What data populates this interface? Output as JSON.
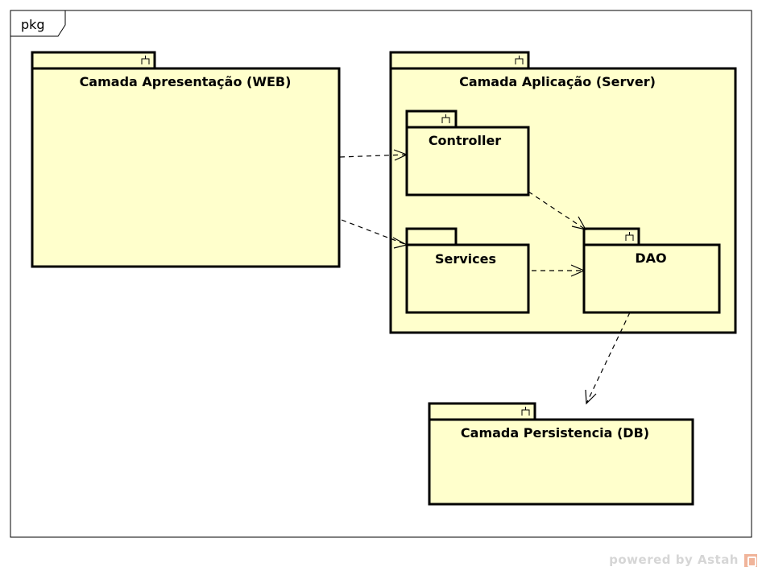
{
  "frame": {
    "label": "pkg"
  },
  "colors": {
    "package_fill": "#ffffcc",
    "stroke": "#000000",
    "watermark": "#d6d6d6",
    "logo": "#f0b49a"
  },
  "packages": {
    "web": {
      "title": "Camada Apresentação (WEB)"
    },
    "server": {
      "title": "Camada Aplicação (Server)"
    },
    "controller": {
      "title": "Controller"
    },
    "services": {
      "title": "Services"
    },
    "dao": {
      "title": "DAO"
    },
    "db": {
      "title": "Camada Persistencia (DB)"
    }
  },
  "dependencies": [
    {
      "from": "Camada Apresentação (WEB)",
      "to": "Controller"
    },
    {
      "from": "Camada Apresentação (WEB)",
      "to": "Services"
    },
    {
      "from": "Controller",
      "to": "DAO"
    },
    {
      "from": "Services",
      "to": "DAO"
    },
    {
      "from": "DAO",
      "to": "Camada Persistencia (DB)"
    }
  ],
  "watermark": {
    "text": "powered by Astah",
    "logo_icon": "astah-logo-icon"
  }
}
